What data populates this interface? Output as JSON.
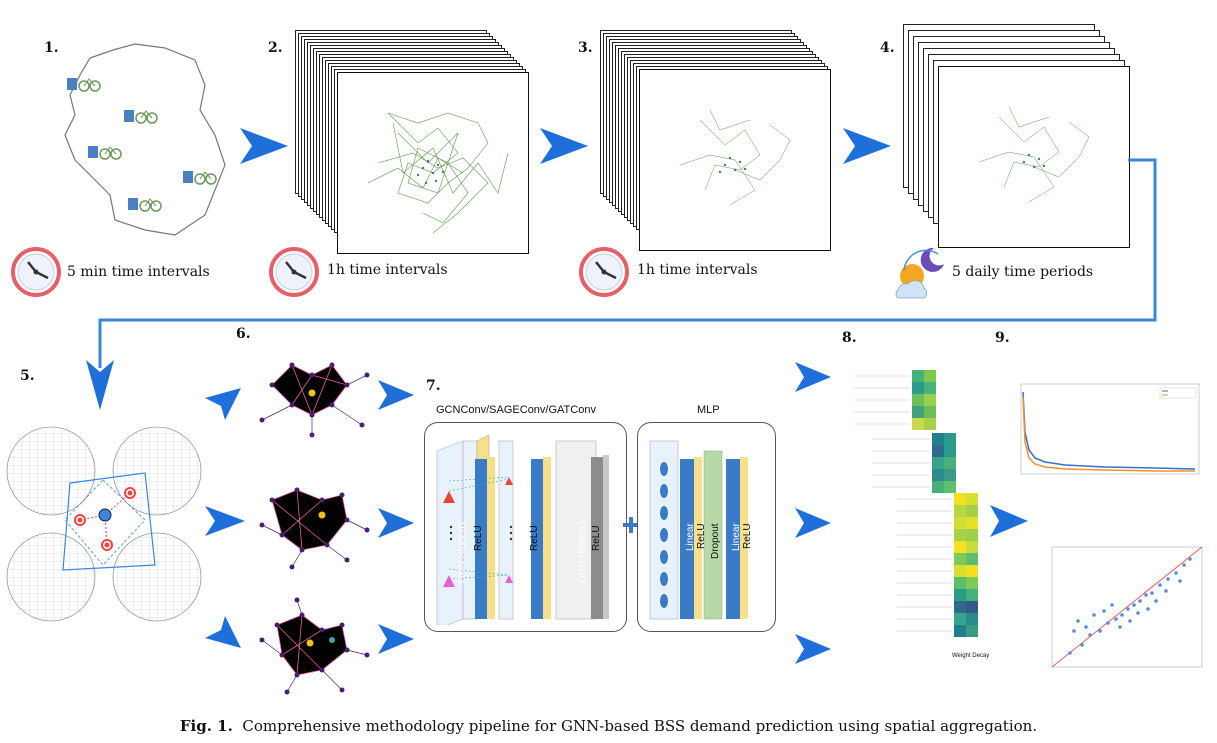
{
  "steps": {
    "s1": {
      "number": "1.",
      "label": "5 min time intervals"
    },
    "s2": {
      "number": "2.",
      "label": "1h time intervals"
    },
    "s3": {
      "number": "3.",
      "label": "1h time intervals"
    },
    "s4": {
      "number": "4.",
      "label": "5 daily time periods"
    },
    "s5": {
      "number": "5."
    },
    "s6": {
      "number": "6."
    },
    "s7": {
      "number": "7.",
      "conv_title": "GCNConv/SAGEConv/GATConv",
      "mlp_title": "MLP",
      "layers": [
        "GNN Hidden1",
        "GNN Hidden2",
        "GNN Hidden3"
      ],
      "relu": "ReLU",
      "mlp_layers": [
        "Linear",
        "Dropout",
        "Linear"
      ]
    },
    "s8": {
      "number": "8.",
      "xlabel": "Weight Decay"
    },
    "s9": {
      "number": "9."
    }
  },
  "caption": {
    "prefix": "Fig. 1.",
    "text": "Comprehensive methodology pipeline for GNN-based BSS demand prediction using spatial aggregation."
  },
  "colors": {
    "arrow": "#1e6fd9",
    "connector": "#3b86d8",
    "gnn_blue": "#3a7bc8",
    "relu_yellow": "#f6e08a",
    "linear_blue": "#3a7bc8",
    "dropout_green": "#b7d9a8",
    "graph_green": "#5a9a4a",
    "graph_purple": "#4b1f6e",
    "graph_pink": "#e85fa8"
  }
}
